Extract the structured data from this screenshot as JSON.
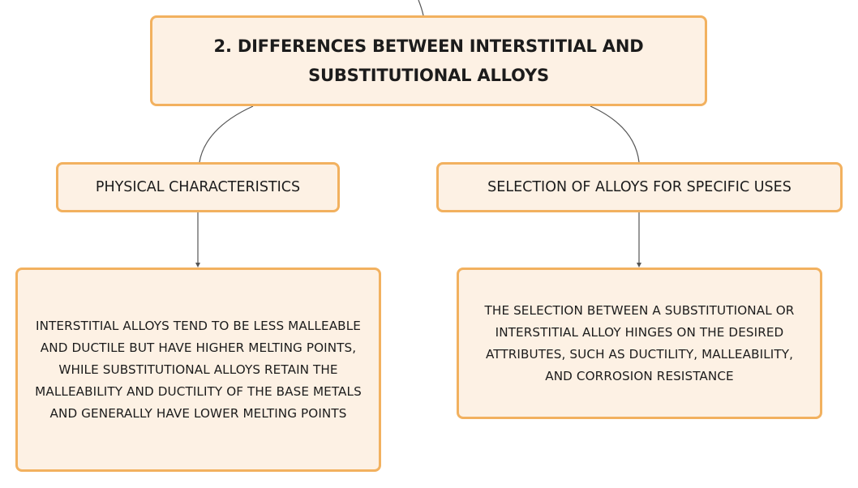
{
  "root": {
    "label": "2. DIFFERENCES BETWEEN INTERSTITIAL AND SUBSTITUTIONAL ALLOYS"
  },
  "branches": [
    {
      "label": "PHYSICAL CHARACTERISTICS",
      "detail": "INTERSTITIAL ALLOYS TEND TO BE LESS MALLEABLE AND DUCTILE BUT HAVE HIGHER MELTING POINTS, WHILE SUBSTITUTIONAL ALLOYS RETAIN THE MALLEABILITY AND DUCTILITY OF THE BASE METALS AND GENERALLY HAVE LOWER MELTING POINTS"
    },
    {
      "label": "SELECTION OF ALLOYS FOR SPECIFIC USES",
      "detail": "THE SELECTION BETWEEN A SUBSTITUTIONAL OR INTERSTITIAL ALLOY HINGES ON THE DESIRED ATTRIBUTES, SUCH AS DUCTILITY, MALLEABILITY, AND CORROSION RESISTANCE"
    }
  ],
  "colors": {
    "node_fill": "#fdf1e4",
    "node_border": "#f2b15f",
    "connector": "#555555",
    "text": "#1c1c1c"
  }
}
